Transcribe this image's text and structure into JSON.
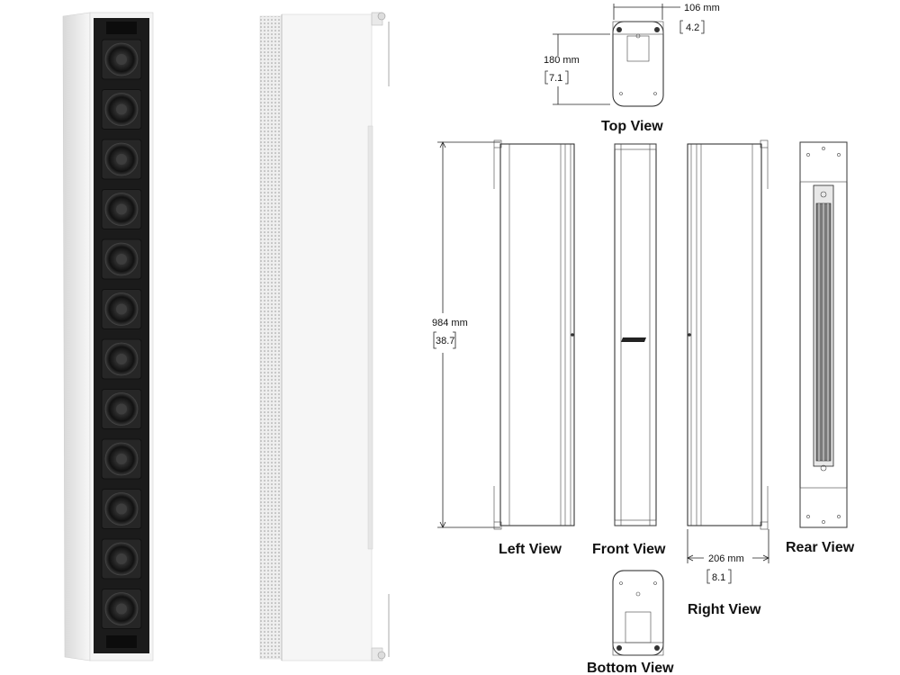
{
  "views": {
    "top": "Top View",
    "left": "Left View",
    "front": "Front View",
    "right": "Right View",
    "rear": "Rear View",
    "bottom": "Bottom View"
  },
  "dimensions": {
    "width_mm": "106 mm",
    "width_in": "4.2",
    "depth_mm": "180 mm",
    "depth_in": "7.1",
    "height_mm": "984  mm",
    "height_in": "38.7",
    "side_mm": "206 mm",
    "side_in": "8.1"
  },
  "driver_count": 12,
  "colors": {
    "cabinet": "#f1f1f1",
    "grille": "#1b1b1b",
    "driver": "#2a2a2a"
  }
}
